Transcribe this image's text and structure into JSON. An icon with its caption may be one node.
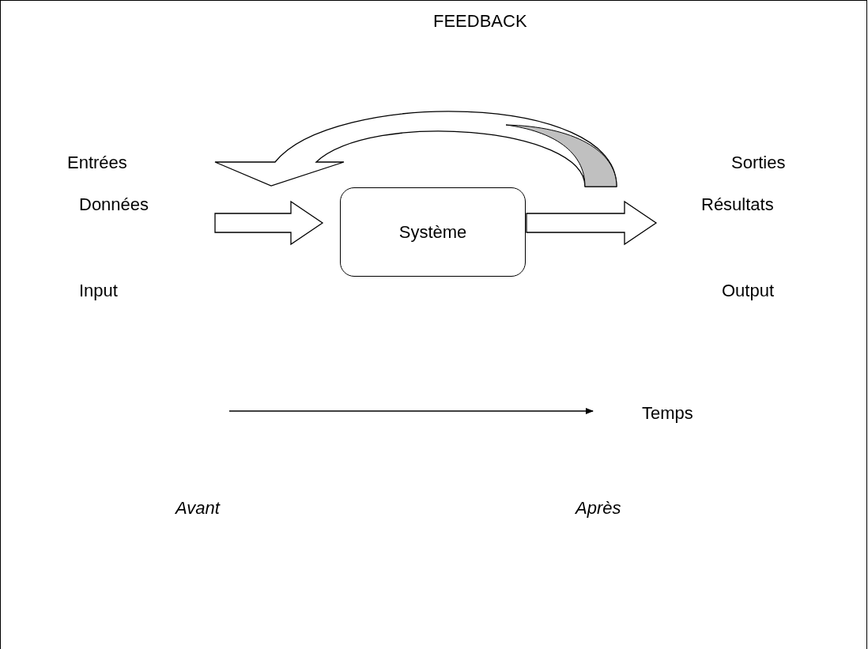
{
  "diagram": {
    "title": "FEEDBACK",
    "nodes": [
      {
        "text": [
          "Système"
        ]
      },
      {
        "text": [
          "Entrées",
          "Données",
          "Input"
        ]
      },
      {
        "text": [
          "Sorties",
          "Résultats",
          "Output"
        ]
      }
    ],
    "edges": [
      {
        "from": 1,
        "to": 0,
        "arrow": "to"
      },
      {
        "from": 0,
        "to": 2,
        "arrow": "to"
      }
    ],
    "labels": [
      "Temps",
      "Avant",
      "Après"
    ]
  }
}
